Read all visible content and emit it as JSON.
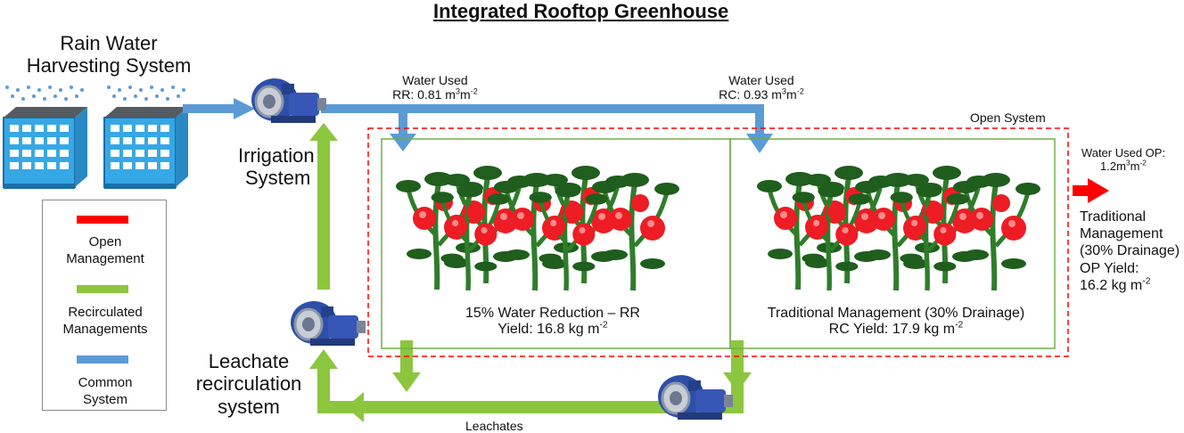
{
  "title": "Integrated Rooftop Greenhouse",
  "rain_water": {
    "line1": "Rain Water",
    "line2": "Harvesting System"
  },
  "irrigation": {
    "line1": "Irrigation",
    "line2": "System"
  },
  "leachate": {
    "line1": "Leachate",
    "line2": "recirculation",
    "line3": "system"
  },
  "water_used_rr": {
    "line1": "Water Used",
    "prefix": "RR: 0.81 m",
    "sup1": "3",
    "mid": "m",
    "sup2": "-2"
  },
  "water_used_rc": {
    "line1": "Water Used",
    "prefix": "RC:  0.93 m",
    "sup1": "3",
    "mid": "m",
    "sup2": "-2"
  },
  "open_system": "Open System",
  "rr_section": {
    "line1": "15% Water Reduction – RR",
    "yield_prefix": "Yield: 16.8 kg m",
    "yield_sup": "-2"
  },
  "rc_section": {
    "line1": "Traditional Management (30% Drainage)",
    "yield_prefix": "RC Yield: 17.9 kg m",
    "yield_sup": "-2"
  },
  "water_used_op": {
    "line1": "Water Used OP:",
    "prefix": "1.2m",
    "sup1": "3",
    "mid": "m",
    "sup2": "-2"
  },
  "op_section": {
    "line1": "Traditional",
    "line2": "Management",
    "line3": "(30% Drainage)",
    "line4": "OP Yield:",
    "yield_prefix": "16.2 kg m",
    "yield_sup": "-2"
  },
  "leachates": "Leachates",
  "legend": [
    {
      "label_line1": "Open",
      "label_line2": "Management",
      "color": "#ff0000"
    },
    {
      "label_line1": "Recirculated",
      "label_line2": "Managements",
      "color": "#8cc63f"
    },
    {
      "label_line1": "Common",
      "label_line2": "System",
      "color": "#5b9bd5"
    }
  ],
  "colors": {
    "common": "#5b9bd5",
    "recirculated": "#8cc63f",
    "open": "#ff0000",
    "box_border": "#70ad47"
  }
}
